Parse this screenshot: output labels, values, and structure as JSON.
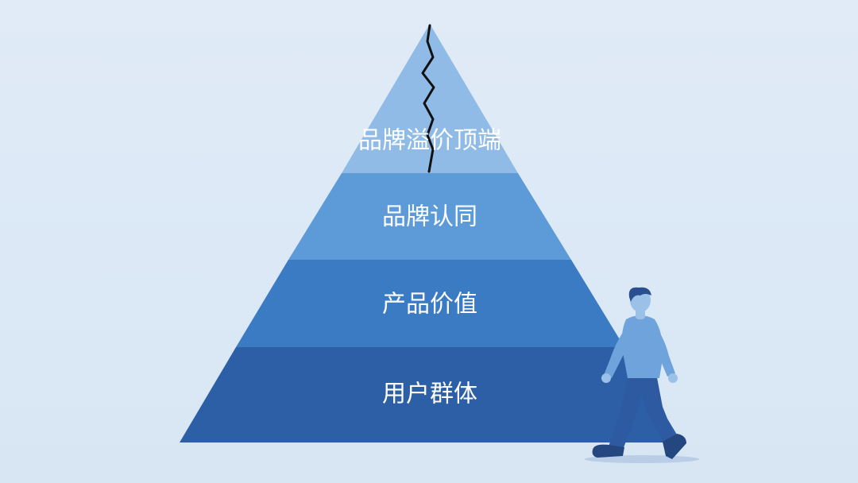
{
  "diagram": {
    "type": "pyramid",
    "levels": [
      {
        "label": "品牌溢价顶端",
        "color": "#8fbbe6"
      },
      {
        "label": "品牌认同",
        "color": "#5d9bd8"
      },
      {
        "label": "产品价值",
        "color": "#3a7bc4"
      },
      {
        "label": "用户群体",
        "color": "#2c5fa6"
      }
    ],
    "crack_color": "#111111",
    "figure": {
      "shirt_color": "#6fa3dc",
      "pants_color": "#2d5aa0",
      "hair_color": "#2a4f8f",
      "skin_color": "#9cc1e8",
      "shoe_color": "#24477f"
    }
  }
}
